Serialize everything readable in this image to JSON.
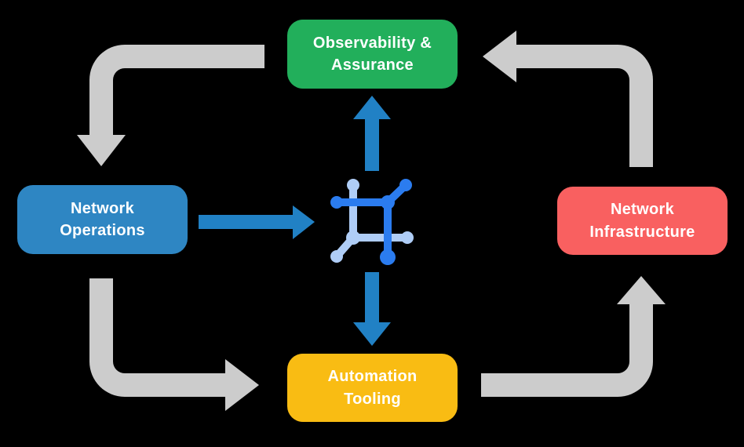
{
  "diagram": {
    "nodes": [
      {
        "id": "observability-assurance",
        "label": "Observability &\nAssurance"
      },
      {
        "id": "network-operations",
        "label": "Network\nOperations"
      },
      {
        "id": "network-infrastructure",
        "label": "Network\nInfrastructure"
      },
      {
        "id": "automation-tooling",
        "label": "Automation\nTooling"
      }
    ],
    "center_icon": "network-automation-icon",
    "arrows": [
      {
        "id": "observability-to-network-operations",
        "from": "observability-assurance",
        "to": "network-operations",
        "style": "gray"
      },
      {
        "id": "network-operations-to-automation",
        "from": "network-operations",
        "to": "automation-tooling",
        "style": "gray"
      },
      {
        "id": "automation-to-infrastructure",
        "from": "automation-tooling",
        "to": "network-infrastructure",
        "style": "gray"
      },
      {
        "id": "infrastructure-to-observability",
        "from": "network-infrastructure",
        "to": "observability-assurance",
        "style": "gray"
      },
      {
        "id": "network-operations-to-core",
        "from": "network-operations",
        "to": "center-icon",
        "style": "blue"
      },
      {
        "id": "core-to-observability",
        "from": "center-icon",
        "to": "observability-assurance",
        "style": "blue"
      },
      {
        "id": "core-to-automation",
        "from": "center-icon",
        "to": "automation-tooling",
        "style": "blue"
      }
    ]
  },
  "colors": {
    "background": "#000000",
    "node_green": "#22AF5B",
    "node_blue": "#2E86C3",
    "node_red": "#F96060",
    "node_yellow": "#F9BC13",
    "node_text": "#FFFFFF",
    "arrow_gray": "#CCCCCC",
    "arrow_blue": "#2181C5",
    "icon_blue_dark": "#2B7CEF",
    "icon_blue_light": "#AFCDF6"
  }
}
